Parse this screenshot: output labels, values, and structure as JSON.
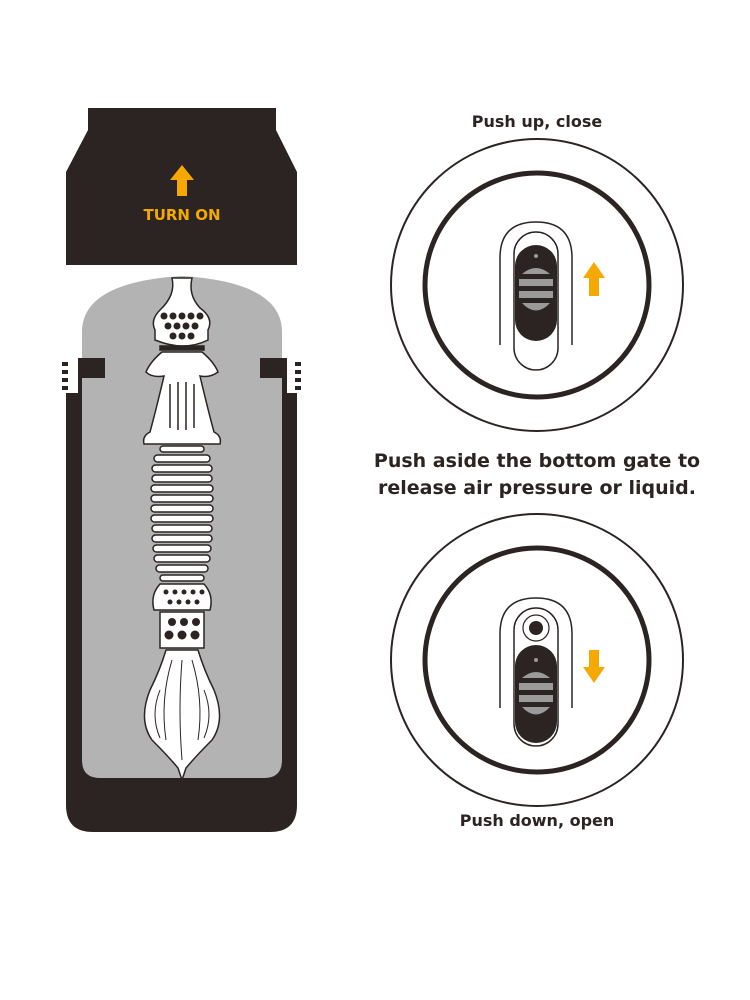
{
  "cap": {
    "label": "TURN ON",
    "arrow_icon": "arrow-up-icon"
  },
  "top_switch": {
    "caption": "Push up, close",
    "arrow_icon": "arrow-up-icon"
  },
  "instruction": {
    "line1": "Push aside the bottom gate to",
    "line2": "release air pressure or liquid."
  },
  "bottom_switch": {
    "caption": "Push down, open",
    "arrow_icon": "arrow-down-icon"
  },
  "colors": {
    "dark": "#2b2422",
    "accent": "#f5a800",
    "gray": "#b3b3b3",
    "stripe": "#9a9a9a"
  }
}
